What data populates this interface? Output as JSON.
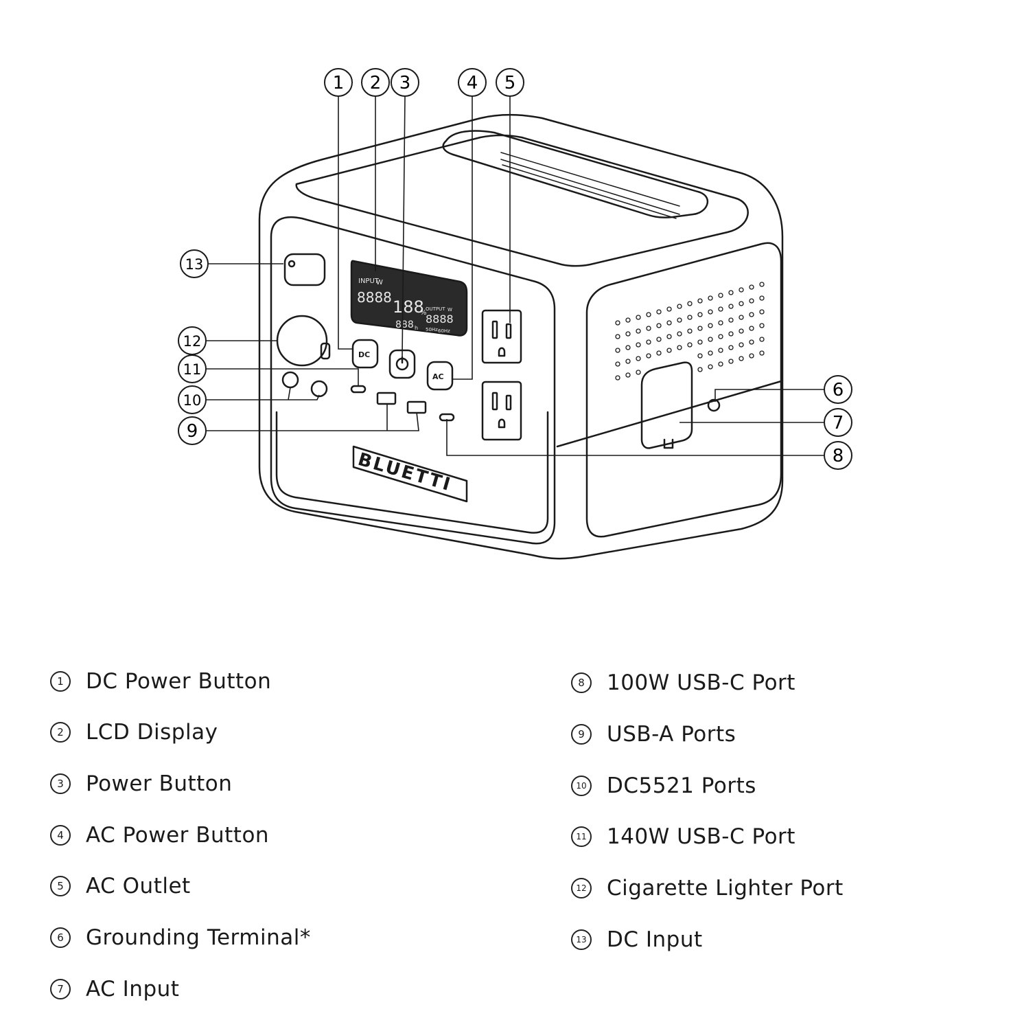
{
  "device": {
    "brand": "BLUETTI",
    "lcd": {
      "input_label": "INPUT",
      "input_unit": "W",
      "input_digits": "8888",
      "percent": "188",
      "percent_unit": "%",
      "small_digits": "888",
      "small_unit": "h",
      "output_label": "OUTPUT",
      "output_unit": "W",
      "output_digits": "8888",
      "freq_a": "50Hz",
      "freq_b": "60Hz"
    },
    "buttons": {
      "dc": "DC",
      "ac": "AC"
    }
  },
  "callouts": [
    {
      "num": "1"
    },
    {
      "num": "2"
    },
    {
      "num": "3"
    },
    {
      "num": "4"
    },
    {
      "num": "5"
    },
    {
      "num": "6"
    },
    {
      "num": "7"
    },
    {
      "num": "8"
    },
    {
      "num": "9"
    },
    {
      "num": "10"
    },
    {
      "num": "11"
    },
    {
      "num": "12"
    },
    {
      "num": "13"
    }
  ],
  "legend": [
    {
      "num": "1",
      "label": "DC Power Button"
    },
    {
      "num": "2",
      "label": "LCD Display"
    },
    {
      "num": "3",
      "label": "Power Button"
    },
    {
      "num": "4",
      "label": "AC Power Button"
    },
    {
      "num": "5",
      "label": "AC Outlet"
    },
    {
      "num": "6",
      "label": "Grounding Terminal*"
    },
    {
      "num": "7",
      "label": "AC Input"
    },
    {
      "num": "8",
      "label": "100W USB-C Port"
    },
    {
      "num": "9",
      "label": "USB-A Ports"
    },
    {
      "num": "10",
      "label": "DC5521 Ports"
    },
    {
      "num": "11",
      "label": "140W USB-C Port"
    },
    {
      "num": "12",
      "label": "Cigarette Lighter Port"
    },
    {
      "num": "13",
      "label": "DC Input"
    }
  ]
}
